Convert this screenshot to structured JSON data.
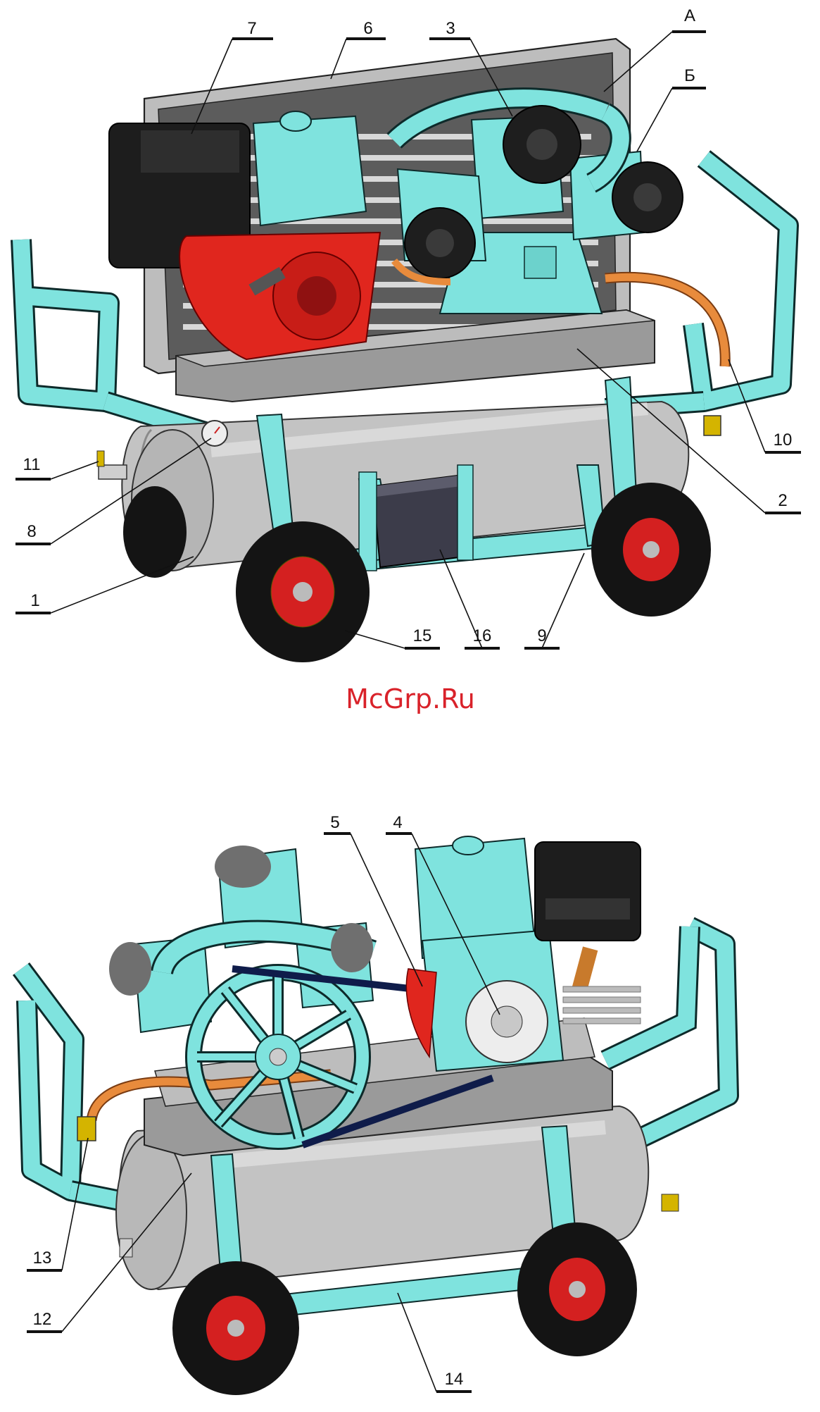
{
  "watermark": "McGrp.Ru",
  "top_view": {
    "callouts": [
      {
        "id": "7",
        "text": "7"
      },
      {
        "id": "6",
        "text": "6"
      },
      {
        "id": "3",
        "text": "3"
      },
      {
        "id": "A",
        "text": "А"
      },
      {
        "id": "B",
        "text": "Б"
      },
      {
        "id": "10",
        "text": "10"
      },
      {
        "id": "2",
        "text": "2"
      },
      {
        "id": "11",
        "text": "11"
      },
      {
        "id": "8",
        "text": "8"
      },
      {
        "id": "1",
        "text": "1"
      },
      {
        "id": "15",
        "text": "15"
      },
      {
        "id": "16",
        "text": "16"
      },
      {
        "id": "9",
        "text": "9"
      }
    ]
  },
  "bottom_view": {
    "callouts": [
      {
        "id": "5",
        "text": "5"
      },
      {
        "id": "4",
        "text": "4"
      },
      {
        "id": "13",
        "text": "13"
      },
      {
        "id": "12",
        "text": "12"
      },
      {
        "id": "14",
        "text": "14"
      }
    ]
  },
  "colors": {
    "frame_cyan": "#7fe3de",
    "tank_grey": "#c3c3c3",
    "engine_red": "#e0261e",
    "engine_black": "#1d1d1d",
    "wheel_black": "#141414",
    "hub_red": "#d42020",
    "hose_orange": "#e88b3c",
    "belt_navy": "#0f1c4a",
    "plate_grey": "#9a9a9a"
  }
}
